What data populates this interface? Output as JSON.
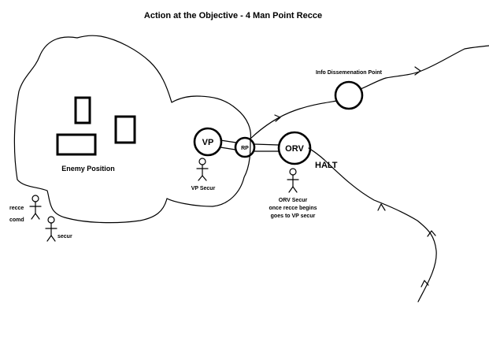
{
  "title": "Action at the Objective - 4 Man Point Recce",
  "enemy_label": "Enemy Position",
  "info_point_label": "Info Dissemenation Point",
  "vp_label": "VP",
  "rp_label": "RP",
  "orv_label": "ORV",
  "halt_label": "HALT",
  "vp_secur_label": "VP Secur",
  "orv_secur_line1": "ORV Secur",
  "orv_secur_line2": "once recce begins",
  "orv_secur_line3": "goes to VP secur",
  "recce_label": "recce",
  "comd_label": "comd",
  "secur_label": "secur"
}
